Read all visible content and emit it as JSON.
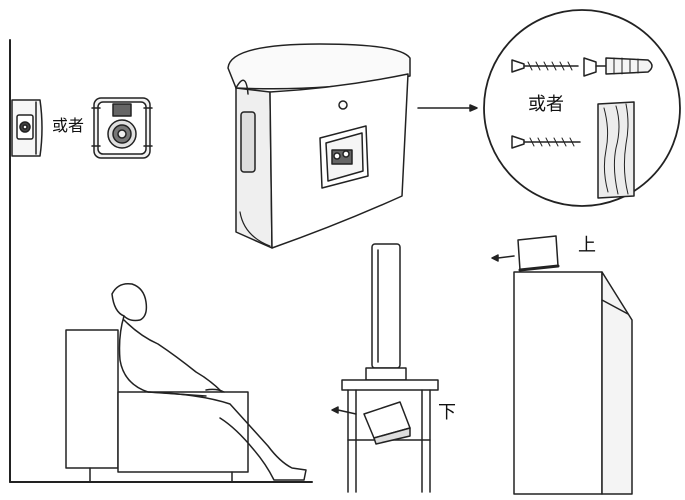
{
  "labels": {
    "or_small": "或者",
    "or_zoom": "或者",
    "above": "上",
    "below": "下"
  },
  "colors": {
    "line": "#222222",
    "panel": "#f4f4f4",
    "dark": "#555555"
  }
}
